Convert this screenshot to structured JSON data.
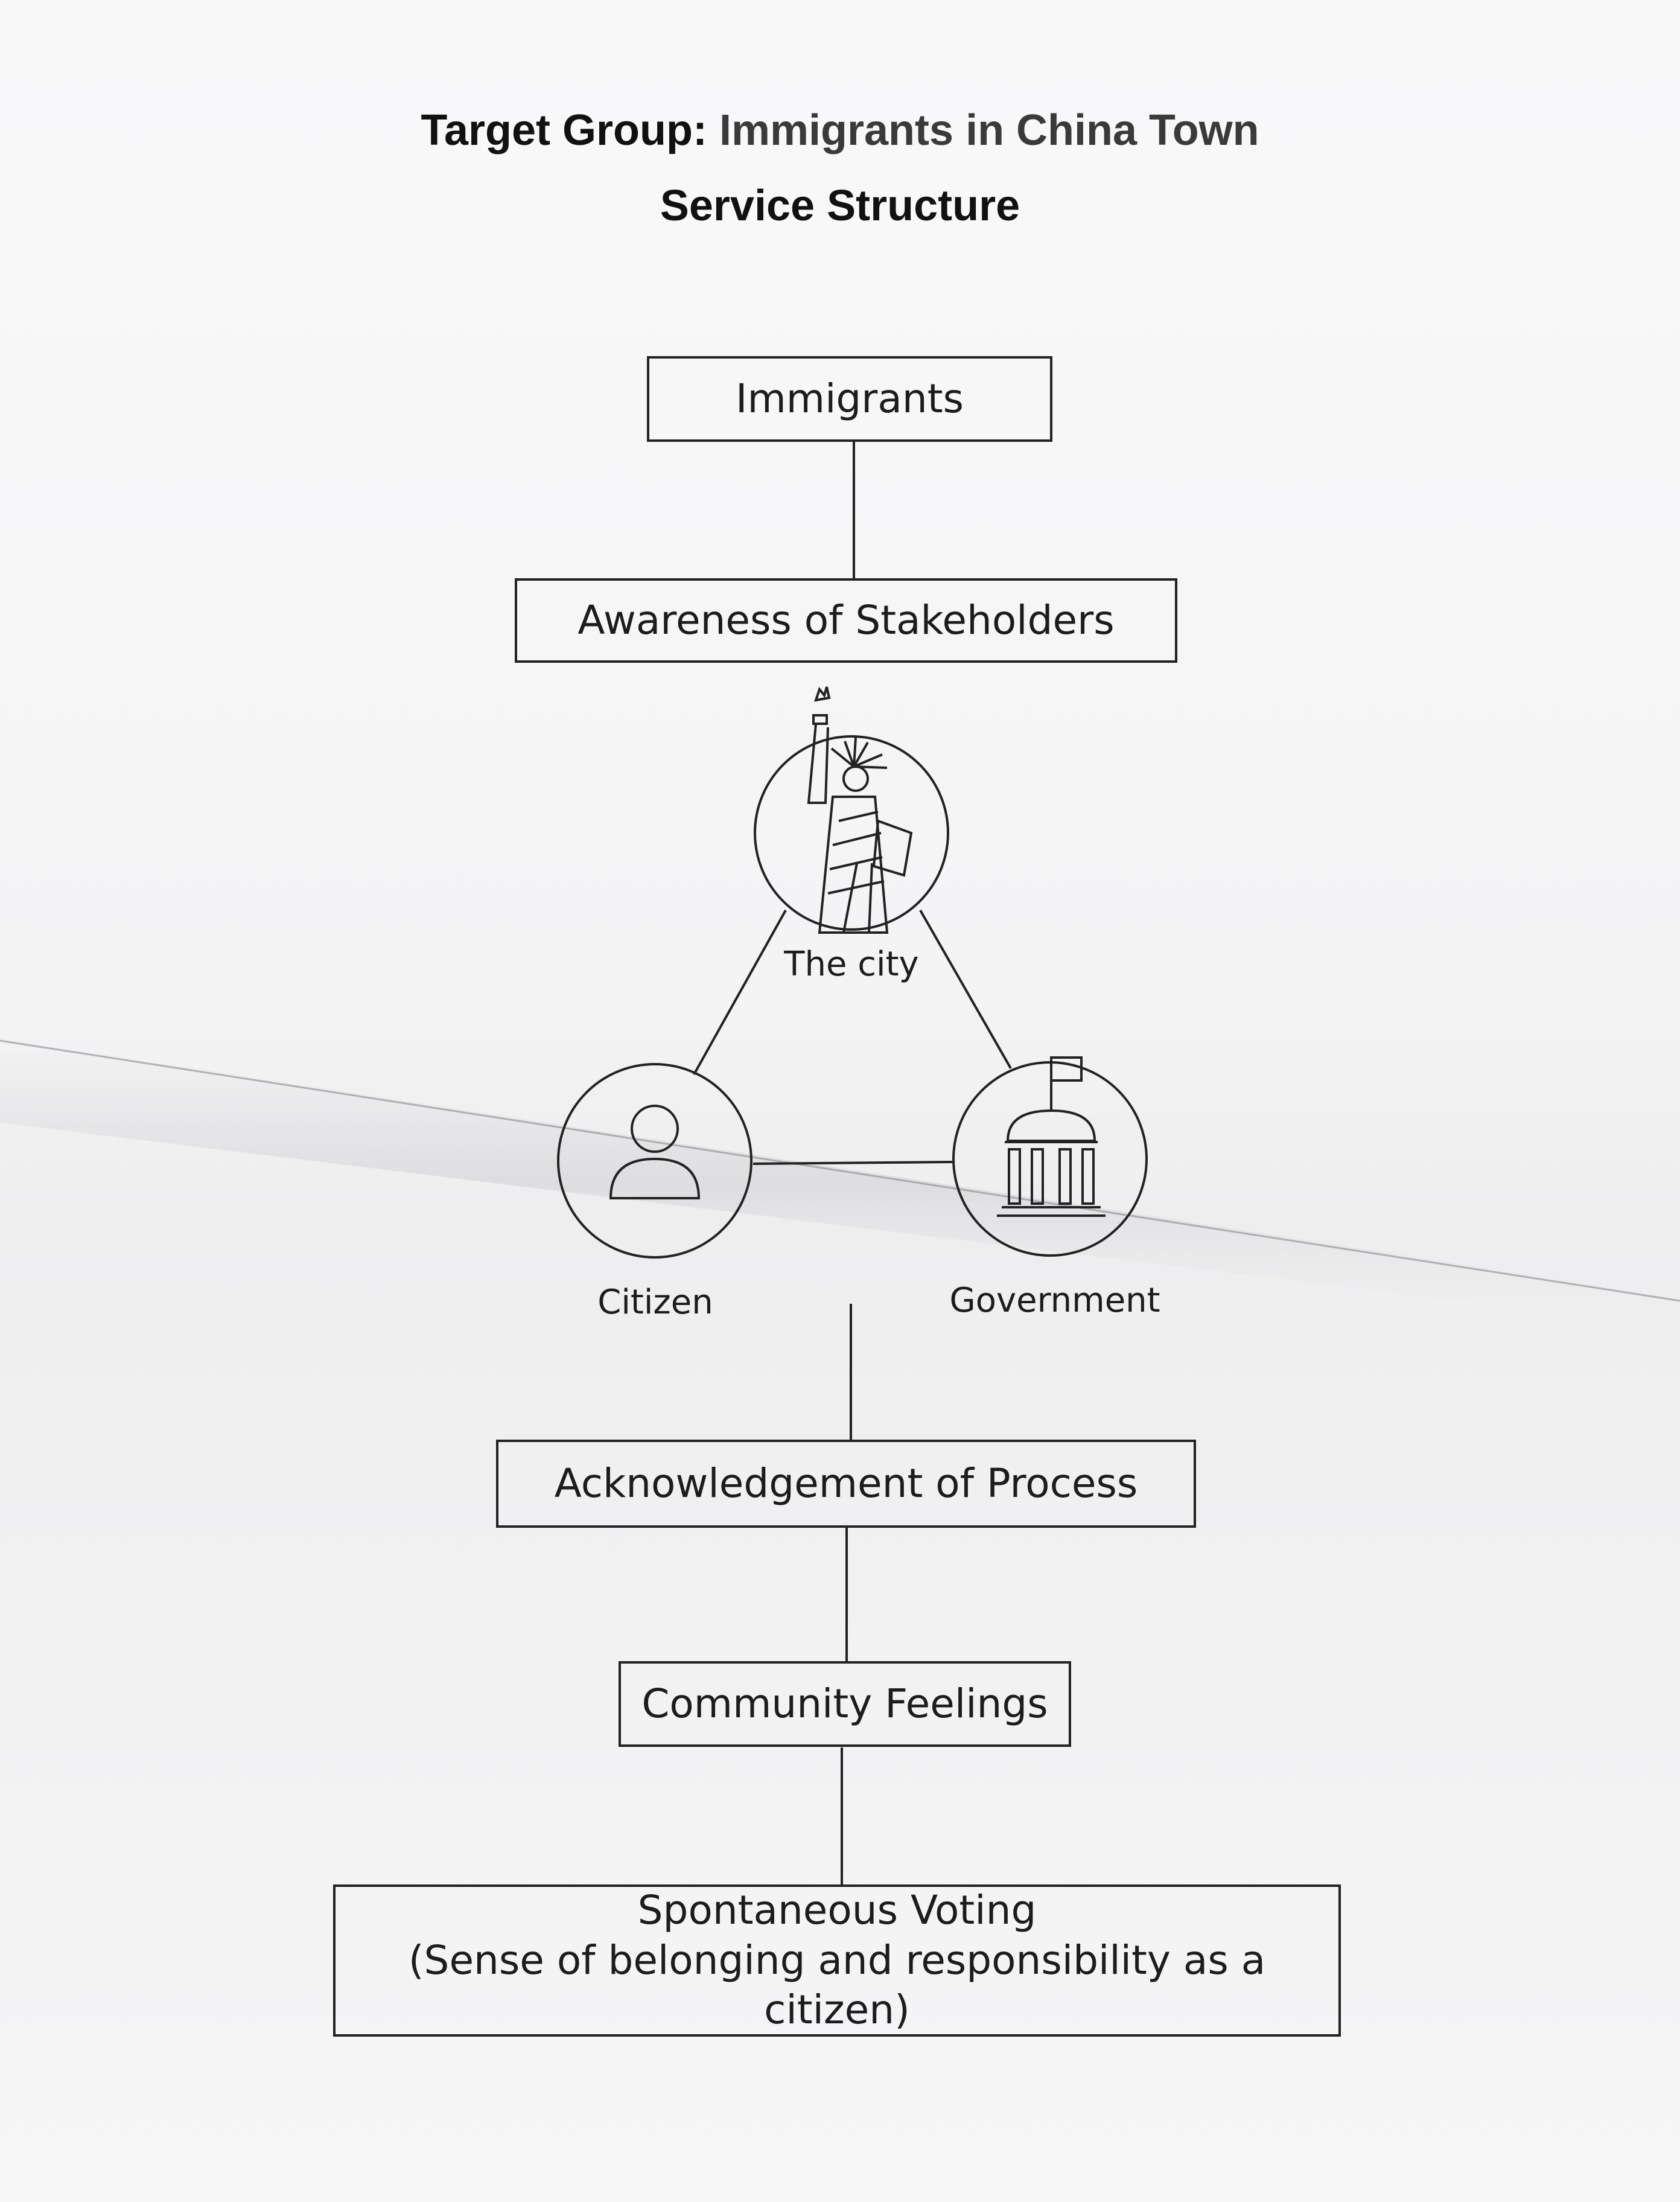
{
  "header": {
    "title_prefix": "Target Group: ",
    "title_group": "Immigrants in China Town",
    "subtitle": "Service Structure"
  },
  "flow": {
    "immigrants": "Immigrants",
    "awareness": "Awareness of Stakeholders",
    "acknowledgement": "Acknowledgement of Process",
    "community": "Community Feelings",
    "voting_line1": "Spontaneous Voting",
    "voting_line2": "(Sense of belonging and responsibility as a citizen)"
  },
  "stakeholders": {
    "city": {
      "label": "The city",
      "icon": "statue-of-liberty-icon"
    },
    "citizen": {
      "label": "Citizen",
      "icon": "person-icon"
    },
    "government": {
      "label": "Government",
      "icon": "government-building-icon"
    }
  },
  "colors": {
    "ink": "#1c1c1c",
    "paper": "#f7f7f8"
  }
}
